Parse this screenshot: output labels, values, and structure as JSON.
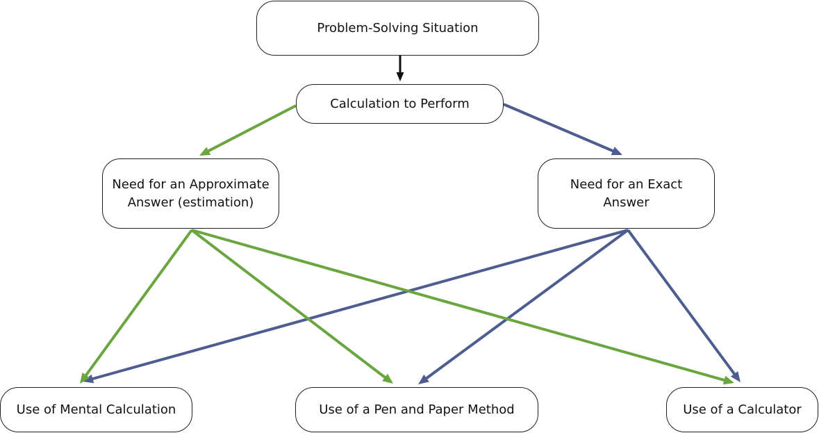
{
  "colors": {
    "approximate_path": "#6aa53f",
    "exact_path": "#4e5d8f",
    "start_arrow": "#111111",
    "node_border": "#1e1e1e"
  },
  "nodes": {
    "problem": "Problem-Solving Situation",
    "calculation": "Calculation to Perform",
    "approximate": "Need for an Approximate\nAnswer (estimation)",
    "exact": "Need for an Exact Answer",
    "mental": "Use of Mental Calculation",
    "pen_paper": "Use of a Pen and Paper Method",
    "calculator": "Use of a Calculator"
  },
  "edges": [
    {
      "from": "problem",
      "to": "calculation",
      "path": "start"
    },
    {
      "from": "calculation",
      "to": "approximate",
      "path": "approximate"
    },
    {
      "from": "calculation",
      "to": "exact",
      "path": "exact"
    },
    {
      "from": "approximate",
      "to": "mental",
      "path": "approximate"
    },
    {
      "from": "approximate",
      "to": "pen_paper",
      "path": "approximate"
    },
    {
      "from": "approximate",
      "to": "calculator",
      "path": "approximate"
    },
    {
      "from": "exact",
      "to": "mental",
      "path": "exact"
    },
    {
      "from": "exact",
      "to": "pen_paper",
      "path": "exact"
    },
    {
      "from": "exact",
      "to": "calculator",
      "path": "exact"
    }
  ]
}
